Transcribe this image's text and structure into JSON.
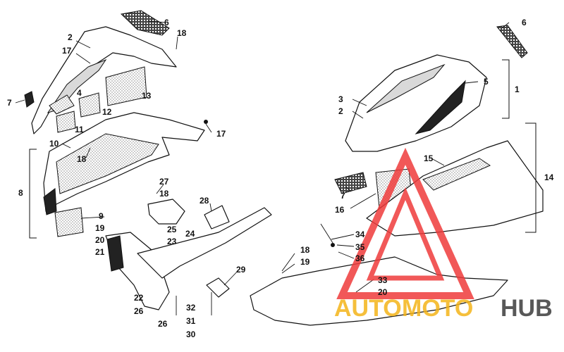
{
  "diagram": {
    "callouts": [
      {
        "id": "c6a",
        "text": "6"
      },
      {
        "id": "c2a",
        "text": "2"
      },
      {
        "id": "c18a",
        "text": "18"
      },
      {
        "id": "c17a",
        "text": "17"
      },
      {
        "id": "c7a",
        "text": "7"
      },
      {
        "id": "c4",
        "text": "4"
      },
      {
        "id": "c13",
        "text": "13"
      },
      {
        "id": "c12",
        "text": "12"
      },
      {
        "id": "c11",
        "text": "11"
      },
      {
        "id": "c17b",
        "text": "17"
      },
      {
        "id": "c10",
        "text": "10"
      },
      {
        "id": "c18b",
        "text": "18"
      },
      {
        "id": "c8",
        "text": "8"
      },
      {
        "id": "c9",
        "text": "9"
      },
      {
        "id": "c27",
        "text": "27"
      },
      {
        "id": "c18c",
        "text": "18"
      },
      {
        "id": "c28",
        "text": "28"
      },
      {
        "id": "c19a",
        "text": "19"
      },
      {
        "id": "c25",
        "text": "25"
      },
      {
        "id": "c20a",
        "text": "20"
      },
      {
        "id": "c23",
        "text": "23"
      },
      {
        "id": "c24",
        "text": "24"
      },
      {
        "id": "c21",
        "text": "21"
      },
      {
        "id": "c29",
        "text": "29"
      },
      {
        "id": "c22",
        "text": "22"
      },
      {
        "id": "c32",
        "text": "32"
      },
      {
        "id": "c26a",
        "text": "26"
      },
      {
        "id": "c26b",
        "text": "26"
      },
      {
        "id": "c31",
        "text": "31"
      },
      {
        "id": "c30",
        "text": "30"
      },
      {
        "id": "c6b",
        "text": "6"
      },
      {
        "id": "c5",
        "text": "5"
      },
      {
        "id": "c1",
        "text": "1"
      },
      {
        "id": "c3",
        "text": "3"
      },
      {
        "id": "c2b",
        "text": "2"
      },
      {
        "id": "c15",
        "text": "15"
      },
      {
        "id": "c14",
        "text": "14"
      },
      {
        "id": "c7b",
        "text": "7"
      },
      {
        "id": "c16",
        "text": "16"
      },
      {
        "id": "c34",
        "text": "34"
      },
      {
        "id": "c35",
        "text": "35"
      },
      {
        "id": "c36",
        "text": "36"
      },
      {
        "id": "c18d",
        "text": "18"
      },
      {
        "id": "c19b",
        "text": "19"
      },
      {
        "id": "c33",
        "text": "33"
      },
      {
        "id": "c20b",
        "text": "20"
      }
    ]
  },
  "watermark": {
    "part1": "AUTO",
    "part2": "MOTO",
    "part3": "HUB",
    "color_primary": "#f4b41a",
    "color_secondary": "#ef3b3b",
    "color_dark": "#3c3c3c"
  }
}
